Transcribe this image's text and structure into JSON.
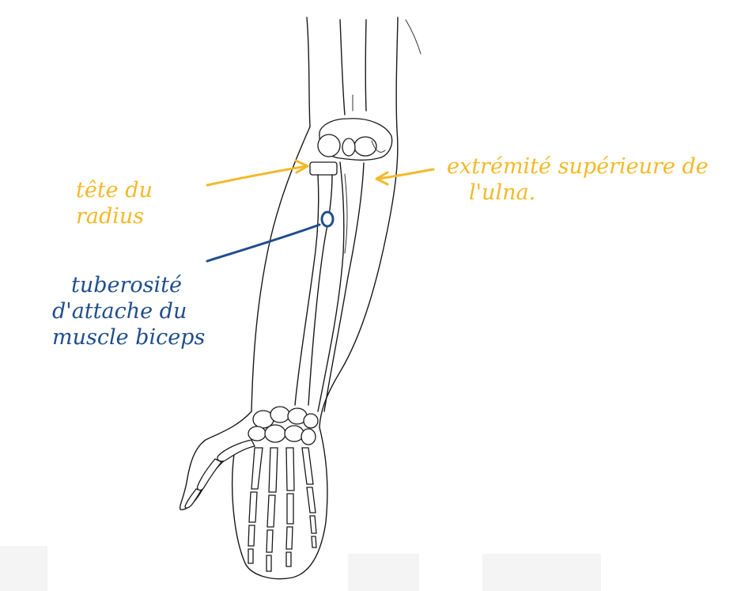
{
  "annotations": {
    "radius_head": {
      "line1": "tête du",
      "line2": "radius",
      "color": "#f3b928"
    },
    "ulna_upper": {
      "line1": "extrémité supérieure de",
      "line2": "l'ulna.",
      "color": "#f3b928"
    },
    "biceps_tuberosity": {
      "line1": "tuberosité",
      "line2": "d'attache du",
      "line3": "muscle biceps",
      "color": "#1f4e8c"
    }
  }
}
